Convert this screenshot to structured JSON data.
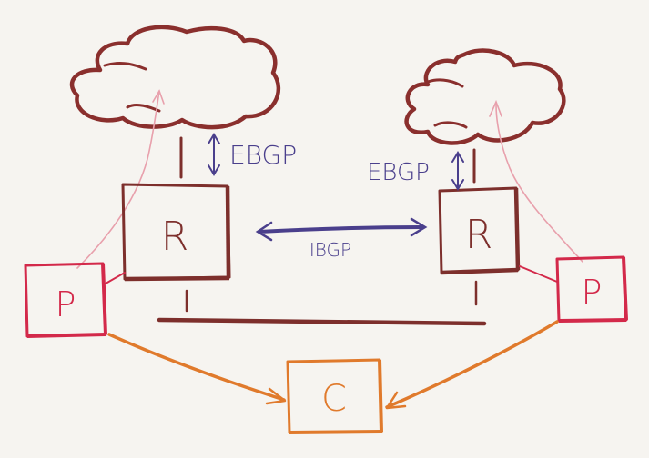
{
  "labels": {
    "ebgp_left": "EBGP",
    "ebgp_right": "EBGP",
    "ibgp": "IBGP",
    "router_left": "R",
    "router_right": "R",
    "proxy_left": "P",
    "proxy_right": "P",
    "client": "C"
  },
  "colors": {
    "cloud": "#8a2f2d",
    "router": "#7d2f2c",
    "bgp_arrow": "#4a3f8c",
    "proxy": "#d3294a",
    "proxy_faint": "#e8a0ac",
    "client": "#e07a2c",
    "background": "#f6f4f0"
  }
}
